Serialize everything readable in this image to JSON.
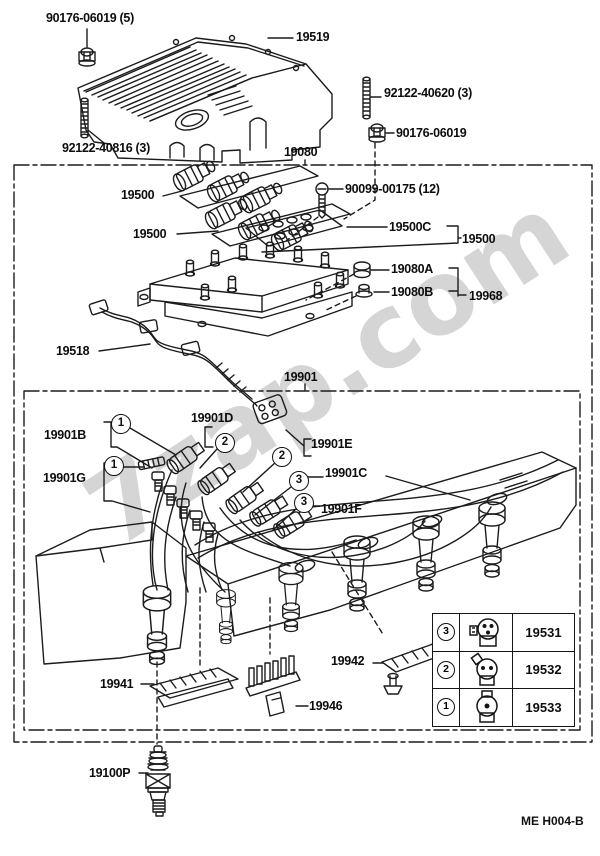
{
  "watermark": "7zap.com",
  "footer_code": "ME H004-B",
  "box_labels": {
    "upper": "19080",
    "lower": "19901"
  },
  "parts": {
    "nut_top": "90176-06019 (5)",
    "cover": "19519",
    "stud_right": "92122-40620 (3)",
    "nut_right": "90176-06019",
    "stud_left": "92122-40816 (3)",
    "coil_a": "19500",
    "screw": "90099-00175 (12)",
    "coil_b": "19500",
    "gasket": "19500C",
    "coil_set": "19500",
    "grommet_a": "19080A",
    "grommet_b": "19080B",
    "bracket_asm": "19968",
    "harness": "19518",
    "wire_d": "19901D",
    "wire_b": "19901B",
    "wire_e": "19901E",
    "wire_g": "19901G",
    "wire_c": "19901C",
    "wire_f": "19901F",
    "clamp_942": "19942",
    "clamp_941": "19941",
    "clamp_946": "19946",
    "spark_plug": "19100P"
  },
  "callouts": {
    "one": "1",
    "two": "2",
    "three": "3"
  },
  "table": {
    "rows": [
      {
        "num": "3",
        "part": "19531",
        "icon": "connector-3pin"
      },
      {
        "num": "2",
        "part": "19532",
        "icon": "connector-2pin"
      },
      {
        "num": "1",
        "part": "19533",
        "icon": "connector-1pin"
      }
    ]
  }
}
